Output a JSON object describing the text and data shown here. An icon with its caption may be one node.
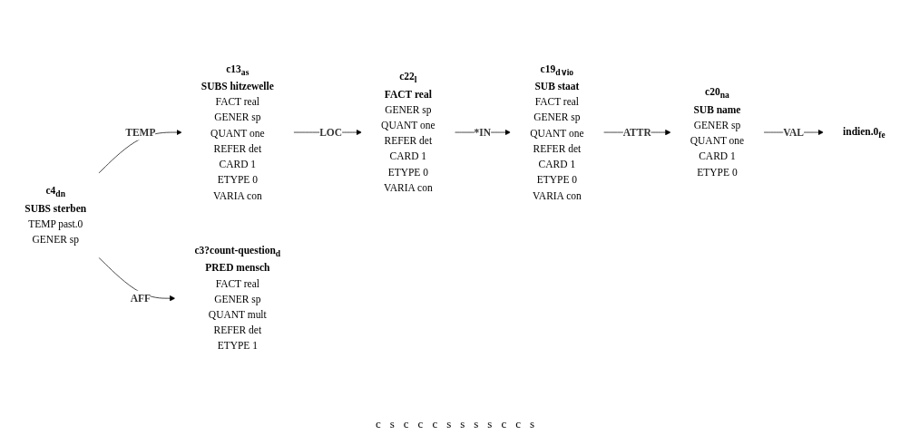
{
  "diagram": {
    "nodes": [
      {
        "text": [
          "c22$_{l}$",
          "FACT real",
          "GENER sp",
          "QUANT one",
          "REFER det",
          "CARD 1",
          "ETYPE 0",
          "VARIA con"
        ]
      },
      {
        "text": [
          "c19$_{d∨io}$",
          "SUB staat",
          "FACT real",
          "GENER sp",
          "QUANT one",
          "REFER det",
          "CARD 1",
          "ETYPE 0",
          "VARIA con"
        ]
      },
      {
        "text": [
          "c20$_{na}$",
          "SUB name",
          "GENER sp",
          "QUANT one",
          "CARD 1",
          "ETYPE 0"
        ]
      },
      {
        "text": [
          "indien.0$_{fe}$"
        ]
      },
      {
        "text": [
          "c13$_{as}$",
          "SUBS hitzewelle",
          "FACT real",
          "GENER sp",
          "QUANT one",
          "REFER det",
          "CARD 1",
          "ETYPE 0",
          "VARIA con"
        ]
      },
      {
        "text": [
          "c4$_{dn}$",
          "SUBS sterben",
          "TEMP past.0",
          "GENER sp"
        ]
      },
      {
        "text": [
          "c3?count-question$_{d}$",
          "PRED mensch",
          "FACT real",
          "GENER sp",
          "QUANT mult",
          "REFER det",
          "ETYPE 1"
        ]
      }
    ],
    "edges": [
      {
        "from": 0,
        "to": 1,
        "arrow": "to",
        "label": "*IN"
      },
      {
        "from": 1,
        "to": 2,
        "arrow": "to",
        "label": "ATTR"
      },
      {
        "from": 2,
        "to": 3,
        "arrow": "to",
        "label": "VAL"
      },
      {
        "from": 4,
        "to": 0,
        "arrow": "to",
        "label": "LOC"
      },
      {
        "from": 5,
        "to": 4,
        "arrow": "to",
        "label": "TEMP"
      },
      {
        "from": 5,
        "to": 6,
        "arrow": "to",
        "label": "AFF"
      }
    ],
    "labels": [
      "c",
      "s",
      "c",
      "c",
      "c",
      "s",
      "s",
      "s",
      "s",
      "c",
      "c",
      "s"
    ]
  }
}
